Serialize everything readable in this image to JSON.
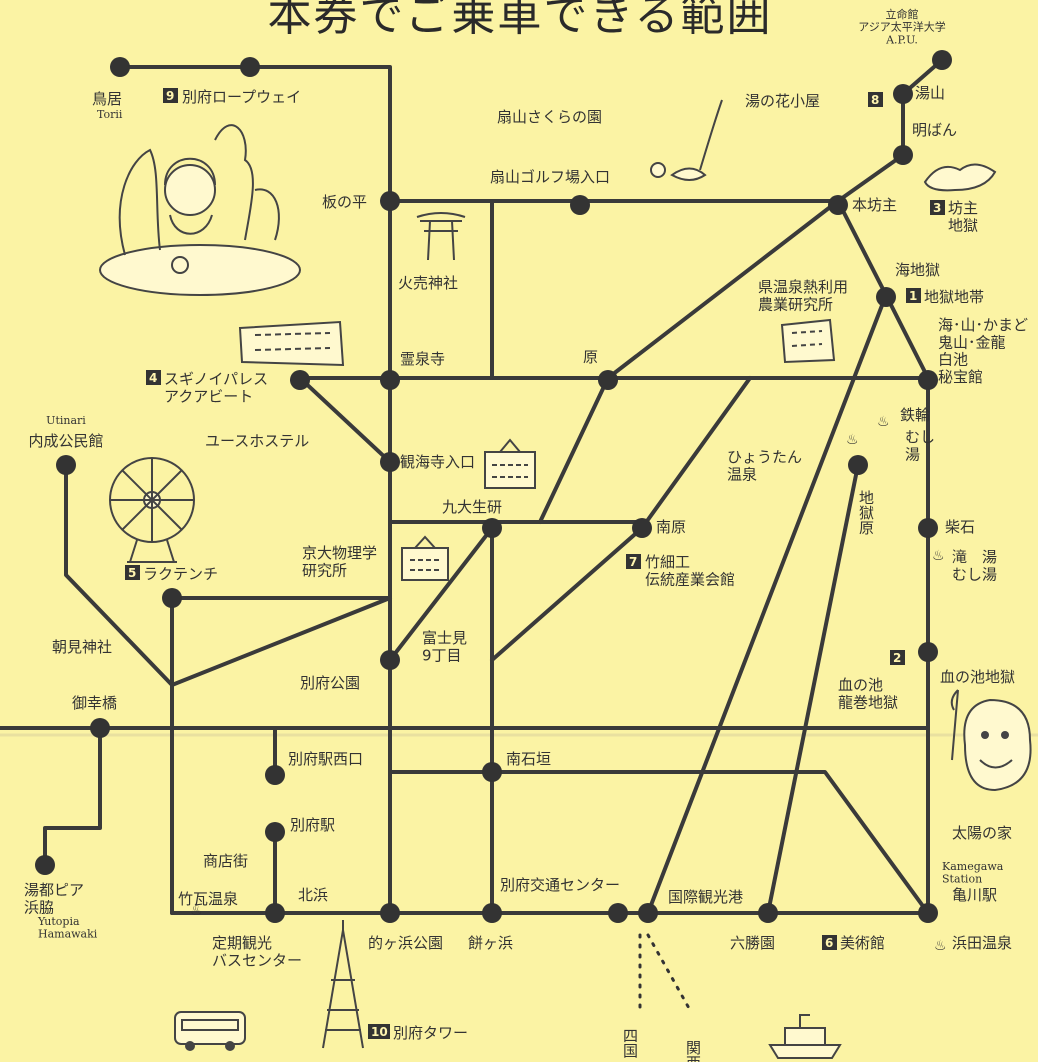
{
  "title": "本券でご乗車できる範囲",
  "colors": {
    "background": "#fbf3a4",
    "ink": "#333333"
  },
  "icons": [
    "torii-icon",
    "hotspring-icon",
    "ferris-wheel-icon",
    "tower-icon",
    "bus-icon",
    "ship-icon",
    "golf-icon",
    "building-icon"
  ],
  "labels": {
    "apu": "立命館\nアジア太平洋大学\nA.P.U.",
    "yuyama": "湯山",
    "myoban": "明ばん",
    "torii_stop": "鳥居",
    "torii_en": "Torii",
    "ropeway": "別府ロープウェイ",
    "sakura": "扇山さくらの園",
    "yunohana": "湯の花小屋",
    "golf": "扇山ゴルフ場入口",
    "itanohira": "板の平",
    "honbozu": "本坊主",
    "bozu": "坊主\n地獄",
    "yusu_shrine": "火売神社",
    "umi_jigoku": "海地獄",
    "jigoku_area": "地獄地帯",
    "jigoku_list": "海･山･かまど\n鬼山･金龍\n白池\n秘宝館",
    "nogyo": "県温泉熱利用\n農業研究所",
    "suginoi": "スギノイパレス\nアクアビート",
    "reisenji": "霊泉寺",
    "hara": "原",
    "tetsuwa": "鉄輪",
    "mushiyu": "むし\n湯",
    "utinari_en": "Utinari",
    "utinari": "内成公民館",
    "youth": "ユースホステル",
    "kankaiji": "観海寺入口",
    "hyotan": "ひょうたん\n温泉",
    "jigokubara": "地獄原",
    "kyudai": "九大生研",
    "minamihara": "南原",
    "shibaseki": "柴石",
    "taki_mushiyu": "滝　湯\nむし湯",
    "rakutenchi": "ラクテンチ",
    "kyodai": "京大物理学\n研究所",
    "takezaiku": "竹細工\n伝統産業会館",
    "asami_shrine": "朝見神社",
    "fujimi": "富士見\n9丁目",
    "beppu_park": "別府公園",
    "chinoike": "血の池地獄",
    "chinoike2": "血の池\n龍巻地獄",
    "gokobashi": "御幸橋",
    "beppu_west": "別府駅西口",
    "minamiishigaki": "南石垣",
    "beppu_station": "別府駅",
    "taiyo": "太陽の家",
    "shotengai": "商店街",
    "takegawara": "竹瓦温泉",
    "yutopia": "湯都ピア\n浜脇",
    "yutopia_en": "Yutopia\nHamawaki",
    "kitahama": "北浜",
    "koutsu": "別府交通センター",
    "kokusai": "国際観光港",
    "kamegawa_en": "Kamegawa\nStation",
    "kamegawa": "亀川駅",
    "teiki": "定期観光\nバスセンター",
    "matogahama": "的ヶ浜公園",
    "mochigahama": "餅ヶ浜",
    "shikoku": "四国",
    "kansai": "関西",
    "rokusho": "六勝園",
    "bijutsukan": "美術館",
    "hamada": "浜田温泉",
    "tower": "別府タワー"
  },
  "numbers": {
    "n1": "1",
    "n2": "2",
    "n3": "3",
    "n4": "4",
    "n5": "5",
    "n6": "6",
    "n7": "7",
    "n8": "8",
    "n9": "9",
    "n10": "10"
  }
}
